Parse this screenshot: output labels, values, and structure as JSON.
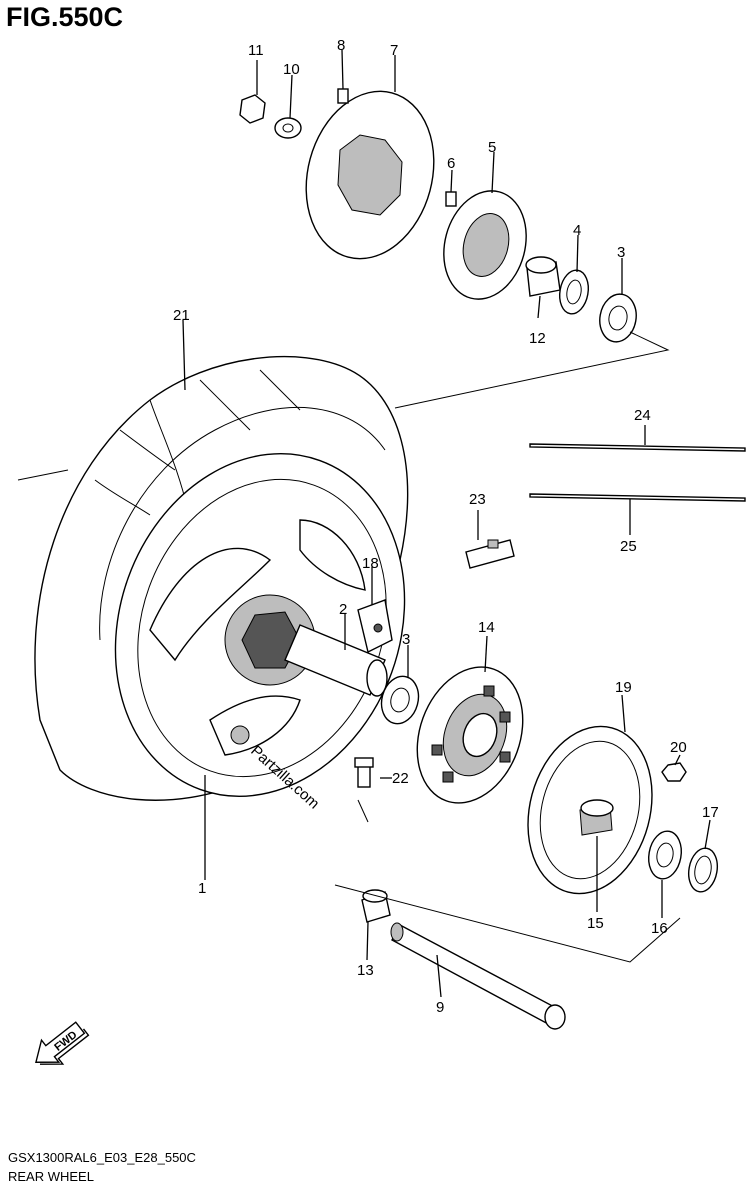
{
  "header": {
    "figure_title": "FIG.550C"
  },
  "footer": {
    "model_code": "GSX1300RAL6_E03_E28_550C",
    "section_name": "REAR WHEEL"
  },
  "watermark": {
    "text": "Partzilla.com"
  },
  "direction_badge": {
    "text": "FWD"
  },
  "callouts": [
    {
      "id": "c1",
      "label": "1"
    },
    {
      "id": "c2",
      "label": "2"
    },
    {
      "id": "c3a",
      "label": "3"
    },
    {
      "id": "c3b",
      "label": "3"
    },
    {
      "id": "c4",
      "label": "4"
    },
    {
      "id": "c5",
      "label": "5"
    },
    {
      "id": "c6",
      "label": "6"
    },
    {
      "id": "c7",
      "label": "7"
    },
    {
      "id": "c8",
      "label": "8"
    },
    {
      "id": "c9",
      "label": "9"
    },
    {
      "id": "c10",
      "label": "10"
    },
    {
      "id": "c11",
      "label": "11"
    },
    {
      "id": "c12",
      "label": "12"
    },
    {
      "id": "c13",
      "label": "13"
    },
    {
      "id": "c14",
      "label": "14"
    },
    {
      "id": "c15",
      "label": "15"
    },
    {
      "id": "c16",
      "label": "16"
    },
    {
      "id": "c17",
      "label": "17"
    },
    {
      "id": "c18",
      "label": "18"
    },
    {
      "id": "c19",
      "label": "19"
    },
    {
      "id": "c20",
      "label": "20"
    },
    {
      "id": "c21",
      "label": "21"
    },
    {
      "id": "c22",
      "label": "22"
    },
    {
      "id": "c23",
      "label": "23"
    },
    {
      "id": "c24",
      "label": "24"
    },
    {
      "id": "c25",
      "label": "25"
    }
  ]
}
